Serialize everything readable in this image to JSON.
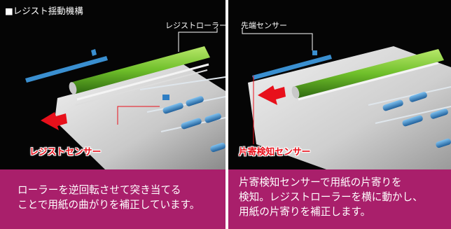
{
  "left_panel": {
    "title": "■レジスト揺動機構",
    "roller_label": "レジストローラー",
    "sensor_label": "レジストセンサー",
    "caption_lines": [
      "ローラーを逆回転させて突き当てる",
      "ことで用紙の曲がりを補正しています。"
    ]
  },
  "right_panel": {
    "tip_sensor_label": "先端センサー",
    "sensor_label": "片寄検知センサー",
    "caption_lines": [
      "片寄検知センサーで用紙の片寄りを",
      "検知。レジストローラーを横に動かし、",
      "用紙の片寄りを補正します。"
    ]
  },
  "colors": {
    "caption_bg": "#a91f6b",
    "label_red": "#e8101b",
    "roller_green": "#6fbf2a",
    "sensor_blue": "#3a8fd0"
  }
}
